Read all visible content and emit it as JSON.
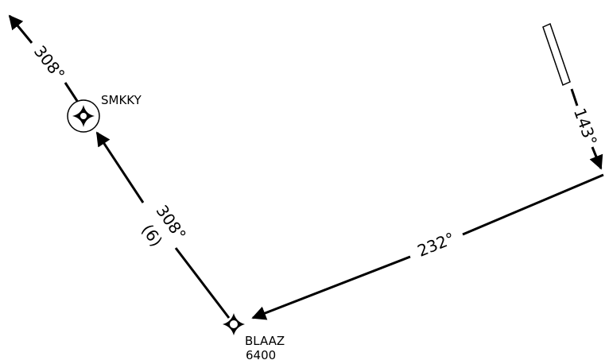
{
  "map": {
    "colors": {
      "ink": "#000000",
      "background": "#ffffff"
    },
    "legs": [
      {
        "id": "runway-to-turn",
        "course_label": "143°"
      },
      {
        "id": "turn-to-blaaz",
        "course_label": "232°"
      },
      {
        "id": "blaaz-to-smkky",
        "course_label": "308°",
        "distance_label": "(6)"
      },
      {
        "id": "smkky-outbound",
        "course_label": "308°"
      }
    ],
    "fixes": [
      {
        "id": "smkky",
        "name": "SMKKY",
        "symbol": "flyover-waypoint-icon"
      },
      {
        "id": "blaaz",
        "name": "BLAAZ",
        "altitude": "6400",
        "symbol": "flyby-waypoint-icon"
      }
    ],
    "runway": {
      "symbol": "runway-icon"
    }
  }
}
